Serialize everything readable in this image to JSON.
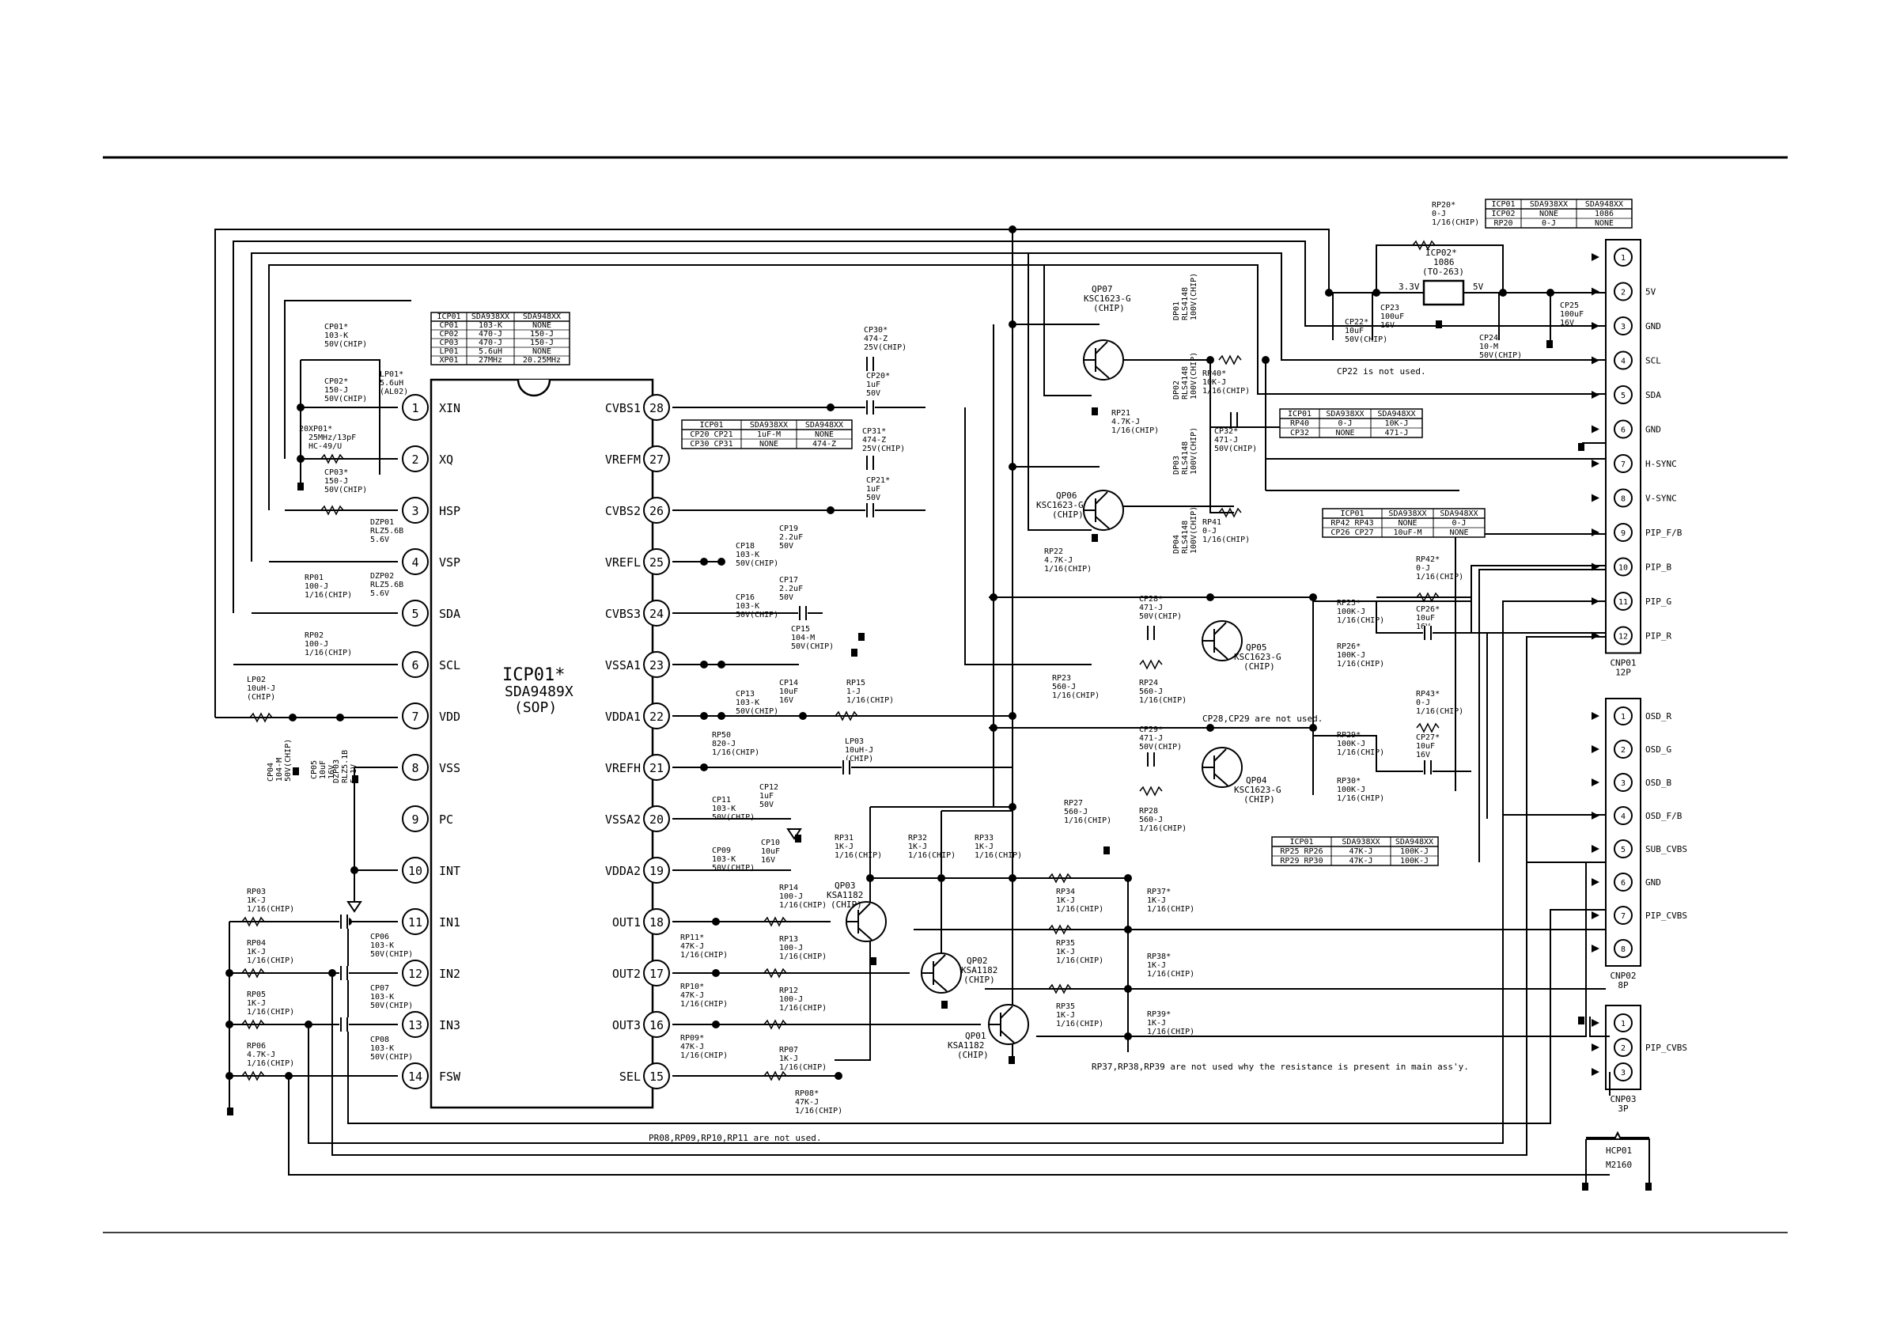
{
  "ic_main": {
    "ref": "ICP01*",
    "part": "SDA9489X",
    "pkg": "(SOP)",
    "left_pins": [
      {
        "num": "1",
        "name": "XIN"
      },
      {
        "num": "2",
        "name": "XQ"
      },
      {
        "num": "3",
        "name": "HSP"
      },
      {
        "num": "4",
        "name": "VSP"
      },
      {
        "num": "5",
        "name": "SDA"
      },
      {
        "num": "6",
        "name": "SCL"
      },
      {
        "num": "7",
        "name": "VDD"
      },
      {
        "num": "8",
        "name": "VSS"
      },
      {
        "num": "9",
        "name": "PC"
      },
      {
        "num": "10",
        "name": "INT"
      },
      {
        "num": "11",
        "name": "IN1"
      },
      {
        "num": "12",
        "name": "IN2"
      },
      {
        "num": "13",
        "name": "IN3"
      },
      {
        "num": "14",
        "name": "FSW"
      }
    ],
    "right_pins": [
      {
        "num": "28",
        "name": "CVBS1"
      },
      {
        "num": "27",
        "name": "VREFM"
      },
      {
        "num": "26",
        "name": "CVBS2"
      },
      {
        "num": "25",
        "name": "VREFL"
      },
      {
        "num": "24",
        "name": "CVBS3"
      },
      {
        "num": "23",
        "name": "VSSA1"
      },
      {
        "num": "22",
        "name": "VDDA1"
      },
      {
        "num": "21",
        "name": "VREFH"
      },
      {
        "num": "20",
        "name": "VSSA2"
      },
      {
        "num": "19",
        "name": "VDDA2"
      },
      {
        "num": "18",
        "name": "OUT1"
      },
      {
        "num": "17",
        "name": "OUT2"
      },
      {
        "num": "16",
        "name": "OUT3"
      },
      {
        "num": "15",
        "name": "SEL"
      }
    ]
  },
  "tables": {
    "main": {
      "header": [
        "ICP01",
        "SDA938XX",
        "SDA948XX"
      ],
      "rows": [
        [
          "CP01",
          "103-K",
          "NONE"
        ],
        [
          "CP02",
          "470-J",
          "150-J"
        ],
        [
          "CP03",
          "470-J",
          "150-J"
        ],
        [
          "LP01",
          "5.6uH",
          "NONE"
        ],
        [
          "XP01",
          "27MHz",
          "20.25MHz"
        ]
      ]
    },
    "cp20": {
      "header": [
        "ICP01",
        "SDA938XX",
        "SDA948XX"
      ],
      "rows": [
        [
          "CP20 CP21",
          "1uF-M",
          "NONE"
        ],
        [
          "CP30 CP31",
          "NONE",
          "474-Z"
        ]
      ]
    },
    "reg": {
      "header": [
        "ICP01",
        "SDA938XX",
        "SDA948XX"
      ],
      "rows": [
        [
          "ICP02",
          "NONE",
          "1086"
        ],
        [
          "RP20",
          "0-J",
          "NONE"
        ]
      ]
    },
    "rp40": {
      "header": [
        "ICP01",
        "SDA938XX",
        "SDA948XX"
      ],
      "rows": [
        [
          "RP40",
          "0-J",
          "10K-J"
        ],
        [
          "CP32",
          "NONE",
          "471-J"
        ]
      ]
    },
    "rp42": {
      "header": [
        "ICP01",
        "SDA938XX",
        "SDA948XX"
      ],
      "rows": [
        [
          "RP42 RP43",
          "NONE",
          "0-J"
        ],
        [
          "CP26 CP27",
          "10uF-M",
          "NONE"
        ]
      ]
    },
    "rp25": {
      "header": [
        "ICP01",
        "SDA938XX",
        "SDA948XX"
      ],
      "rows": [
        [
          "RP25 RP26",
          "47K-J",
          "100K-J"
        ],
        [
          "RP29 RP30",
          "47K-J",
          "100K-J"
        ]
      ]
    }
  },
  "notes": {
    "cp22": "CP22 is not used.",
    "cp28": "CP28,CP29 are not used.",
    "rp37": "RP37,RP38,RP39 are not used why the resistance is present in main ass'y.",
    "pr08": "PR08,RP09,RP10,RP11 are not used."
  },
  "connectors": {
    "cnp01": {
      "ref": "CNP01",
      "type": "12P",
      "pins": [
        {
          "num": "1",
          "name": ""
        },
        {
          "num": "2",
          "name": "5V"
        },
        {
          "num": "3",
          "name": "GND"
        },
        {
          "num": "4",
          "name": "SCL"
        },
        {
          "num": "5",
          "name": "SDA"
        },
        {
          "num": "6",
          "name": "GND"
        },
        {
          "num": "7",
          "name": "H-SYNC"
        },
        {
          "num": "8",
          "name": "V-SYNC"
        },
        {
          "num": "9",
          "name": "PIP_F/B"
        },
        {
          "num": "10",
          "name": "PIP_B"
        },
        {
          "num": "11",
          "name": "PIP_G"
        },
        {
          "num": "12",
          "name": "PIP_R"
        }
      ]
    },
    "cnp02": {
      "ref": "CNP02",
      "type": "8P",
      "pins": [
        {
          "num": "1",
          "name": "OSD_R"
        },
        {
          "num": "2",
          "name": "OSD_G"
        },
        {
          "num": "3",
          "name": "OSD_B"
        },
        {
          "num": "4",
          "name": "OSD_F/B"
        },
        {
          "num": "5",
          "name": "SUB_CVBS"
        },
        {
          "num": "6",
          "name": "GND"
        },
        {
          "num": "7",
          "name": "PIP_CVBS"
        },
        {
          "num": "8",
          "name": ""
        }
      ]
    },
    "cnp03": {
      "ref": "CNP03",
      "type": "3P",
      "pins": [
        {
          "num": "1",
          "name": ""
        },
        {
          "num": "2",
          "name": "PIP_CVBS"
        },
        {
          "num": "3",
          "name": ""
        }
      ]
    },
    "hcp01": {
      "ref": "HCP01",
      "part": "M2160"
    }
  },
  "transistors": [
    {
      "ref": "QP07",
      "part": "KSC1623-G",
      "pkg": "(CHIP)"
    },
    {
      "ref": "QP06",
      "part": "KSC1623-G",
      "pkg": "(CHIP)"
    },
    {
      "ref": "QP05",
      "part": "KSC1623-G",
      "pkg": "(CHIP)"
    },
    {
      "ref": "QP04",
      "part": "KSC1623-G",
      "pkg": "(CHIP)"
    },
    {
      "ref": "QP03",
      "part": "KSA1182",
      "pkg": "(CHIP)"
    },
    {
      "ref": "QP02",
      "part": "KSA1182",
      "pkg": "(CHIP)"
    },
    {
      "ref": "QP01",
      "part": "KSA1182",
      "pkg": "(CHIP)"
    }
  ],
  "regulator": {
    "ref": "ICP02*",
    "part": "1086",
    "pkg": "(TO-263)",
    "vin": "3.3V",
    "vout": "5V"
  },
  "parts": {
    "cp01": [
      "CP01*",
      "103-K",
      "50V(CHIP)"
    ],
    "lp01": [
      "LP01*",
      "5.6uH",
      "(AL02)"
    ],
    "cp02": [
      "CP02*",
      "150-J",
      "50V(CHIP)"
    ],
    "xp01": [
      "XP01*",
      "25MHz/13pF",
      "HC-49/U"
    ],
    "xp01_pin": "20",
    "cp03": [
      "CP03*",
      "150-J",
      "50V(CHIP)"
    ],
    "dzp01": [
      "DZP01",
      "RLZ5.6B",
      "5.6V"
    ],
    "dzp02": [
      "DZP02",
      "RLZ5.6B",
      "5.6V"
    ],
    "rp01": [
      "RP01",
      "100-J",
      "1/16(CHIP)"
    ],
    "rp02": [
      "RP02",
      "100-J",
      "1/16(CHIP)"
    ],
    "lp02": [
      "LP02",
      "10uH-J",
      "(CHIP)"
    ],
    "cp04": [
      "CP04",
      "104-M",
      "50V(CHIP)"
    ],
    "cp05": [
      "CP05",
      "10uF",
      "16V"
    ],
    "dzp03": [
      "DZP03",
      "RLZ5.1B",
      "5.1V"
    ],
    "rp03": [
      "RP03",
      "1K-J",
      "1/16(CHIP)"
    ],
    "rp04": [
      "RP04",
      "1K-J",
      "1/16(CHIP)"
    ],
    "rp05": [
      "RP05",
      "1K-J",
      "1/16(CHIP)"
    ],
    "rp06": [
      "RP06",
      "4.7K-J",
      "1/16(CHIP)"
    ],
    "cp06": [
      "CP06",
      "103-K",
      "50V(CHIP)"
    ],
    "cp07": [
      "CP07",
      "103-K",
      "50V(CHIP)"
    ],
    "cp08": [
      "CP08",
      "103-K",
      "50V(CHIP)"
    ],
    "cp30": [
      "CP30*",
      "474-Z",
      "25V(CHIP)"
    ],
    "cp20": [
      "CP20*",
      "1uF",
      "50V"
    ],
    "cp31": [
      "CP31*",
      "474-Z",
      "25V(CHIP)"
    ],
    "cp21": [
      "CP21*",
      "1uF",
      "50V"
    ],
    "cp18": [
      "CP18",
      "103-K",
      "50V(CHIP)"
    ],
    "cp19": [
      "CP19",
      "2.2uF",
      "50V"
    ],
    "cp16": [
      "CP16",
      "103-K",
      "50V(CHIP)"
    ],
    "cp17": [
      "CP17",
      "2.2uF",
      "50V"
    ],
    "cp15": [
      "CP15",
      "104-M",
      "50V(CHIP)"
    ],
    "cp13": [
      "CP13",
      "103-K",
      "50V(CHIP)"
    ],
    "cp14": [
      "CP14",
      "10uF",
      "16V"
    ],
    "rp15": [
      "RP15",
      "1-J",
      "1/16(CHIP)"
    ],
    "rp50": [
      "RP50",
      "820-J",
      "1/16(CHIP)"
    ],
    "lp03": [
      "LP03",
      "10uH-J",
      "(CHIP)"
    ],
    "cp11": [
      "CP11",
      "103-K",
      "50V(CHIP)"
    ],
    "cp12": [
      "CP12",
      "1uF",
      "50V"
    ],
    "cp09": [
      "CP09",
      "103-K",
      "50V(CHIP)"
    ],
    "cp10": [
      "CP10",
      "10uF",
      "16V"
    ],
    "rp14": [
      "RP14",
      "100-J",
      "1/16(CHIP)"
    ],
    "rp13": [
      "RP13",
      "100-J",
      "1/16(CHIP)"
    ],
    "rp12": [
      "RP12",
      "100-J",
      "1/16(CHIP)"
    ],
    "rp07": [
      "RP07",
      "1K-J",
      "1/16(CHIP)"
    ],
    "rp08": [
      "RP08*",
      "47K-J",
      "1/16(CHIP)"
    ],
    "rp11": [
      "RP11*",
      "47K-J",
      "1/16(CHIP)"
    ],
    "rp10": [
      "RP10*",
      "47K-J",
      "1/16(CHIP)"
    ],
    "rp09": [
      "RP09*",
      "47K-J",
      "1/16(CHIP)"
    ],
    "rp31": [
      "RP31",
      "1K-J",
      "1/16(CHIP)"
    ],
    "rp32": [
      "RP32",
      "1K-J",
      "1/16(CHIP)"
    ],
    "rp33": [
      "RP33",
      "1K-J",
      "1/16(CHIP)"
    ],
    "rp34": [
      "RP34",
      "1K-J",
      "1/16(CHIP)"
    ],
    "rp35a": [
      "RP35",
      "1K-J",
      "1/16(CHIP)"
    ],
    "rp35b": [
      "RP35",
      "1K-J",
      "1/16(CHIP)"
    ],
    "rp37": [
      "RP37*",
      "1K-J",
      "1/16(CHIP)"
    ],
    "rp38": [
      "RP38*",
      "1K-J",
      "1/16(CHIP)"
    ],
    "rp39": [
      "RP39*",
      "1K-J",
      "1/16(CHIP)"
    ],
    "rp21": [
      "RP21",
      "4.7K-J",
      "1/16(CHIP)"
    ],
    "rp22": [
      "RP22",
      "4.7K-J",
      "1/16(CHIP)"
    ],
    "dp01": [
      "DP01",
      "RLS4148",
      "100V(CHIP)"
    ],
    "dp02": [
      "DP02",
      "RLS4148",
      "100V(CHIP)"
    ],
    "dp03": [
      "DP03",
      "RLS4148",
      "100V(CHIP)"
    ],
    "dp04": [
      "DP04",
      "RLS4148",
      "100V(CHIP)"
    ],
    "rp40": [
      "RP40*",
      "10K-J",
      "1/16(CHIP)"
    ],
    "cp32": [
      "CP32*",
      "471-J",
      "50V(CHIP)"
    ],
    "rp41": [
      "RP41",
      "0-J",
      "1/16(CHIP)"
    ],
    "rp20": [
      "RP20*",
      "0-J",
      "1/16(CHIP)"
    ],
    "cp22": [
      "CP22*",
      "10uF",
      "50V(CHIP)"
    ],
    "cp23": [
      "CP23",
      "100uF",
      "16V"
    ],
    "cp24": [
      "CP24",
      "10-M",
      "50V(CHIP)"
    ],
    "cp25": [
      "CP25",
      "100uF",
      "16V"
    ],
    "cp28": [
      "CP28*",
      "471-J",
      "50V(CHIP)"
    ],
    "rp23": [
      "RP23",
      "560-J",
      "1/16(CHIP)"
    ],
    "rp24": [
      "RP24",
      "560-J",
      "1/16(CHIP)"
    ],
    "rp25": [
      "RP25*",
      "100K-J",
      "1/16(CHIP)"
    ],
    "rp26": [
      "RP26*",
      "100K-J",
      "1/16(CHIP)"
    ],
    "rp42": [
      "RP42*",
      "0-J",
      "1/16(CHIP)"
    ],
    "cp26": [
      "CP26*",
      "10uF",
      "16V"
    ],
    "cp29": [
      "CP29*",
      "471-J",
      "50V(CHIP)"
    ],
    "rp27": [
      "RP27",
      "560-J",
      "1/16(CHIP)"
    ],
    "rp28": [
      "RP28",
      "560-J",
      "1/16(CHIP)"
    ],
    "rp29": [
      "RP29*",
      "100K-J",
      "1/16(CHIP)"
    ],
    "rp30": [
      "RP30*",
      "100K-J",
      "1/16(CHIP)"
    ],
    "rp43": [
      "RP43*",
      "0-J",
      "1/16(CHIP)"
    ],
    "cp27": [
      "CP27*",
      "10uF",
      "16V"
    ]
  }
}
